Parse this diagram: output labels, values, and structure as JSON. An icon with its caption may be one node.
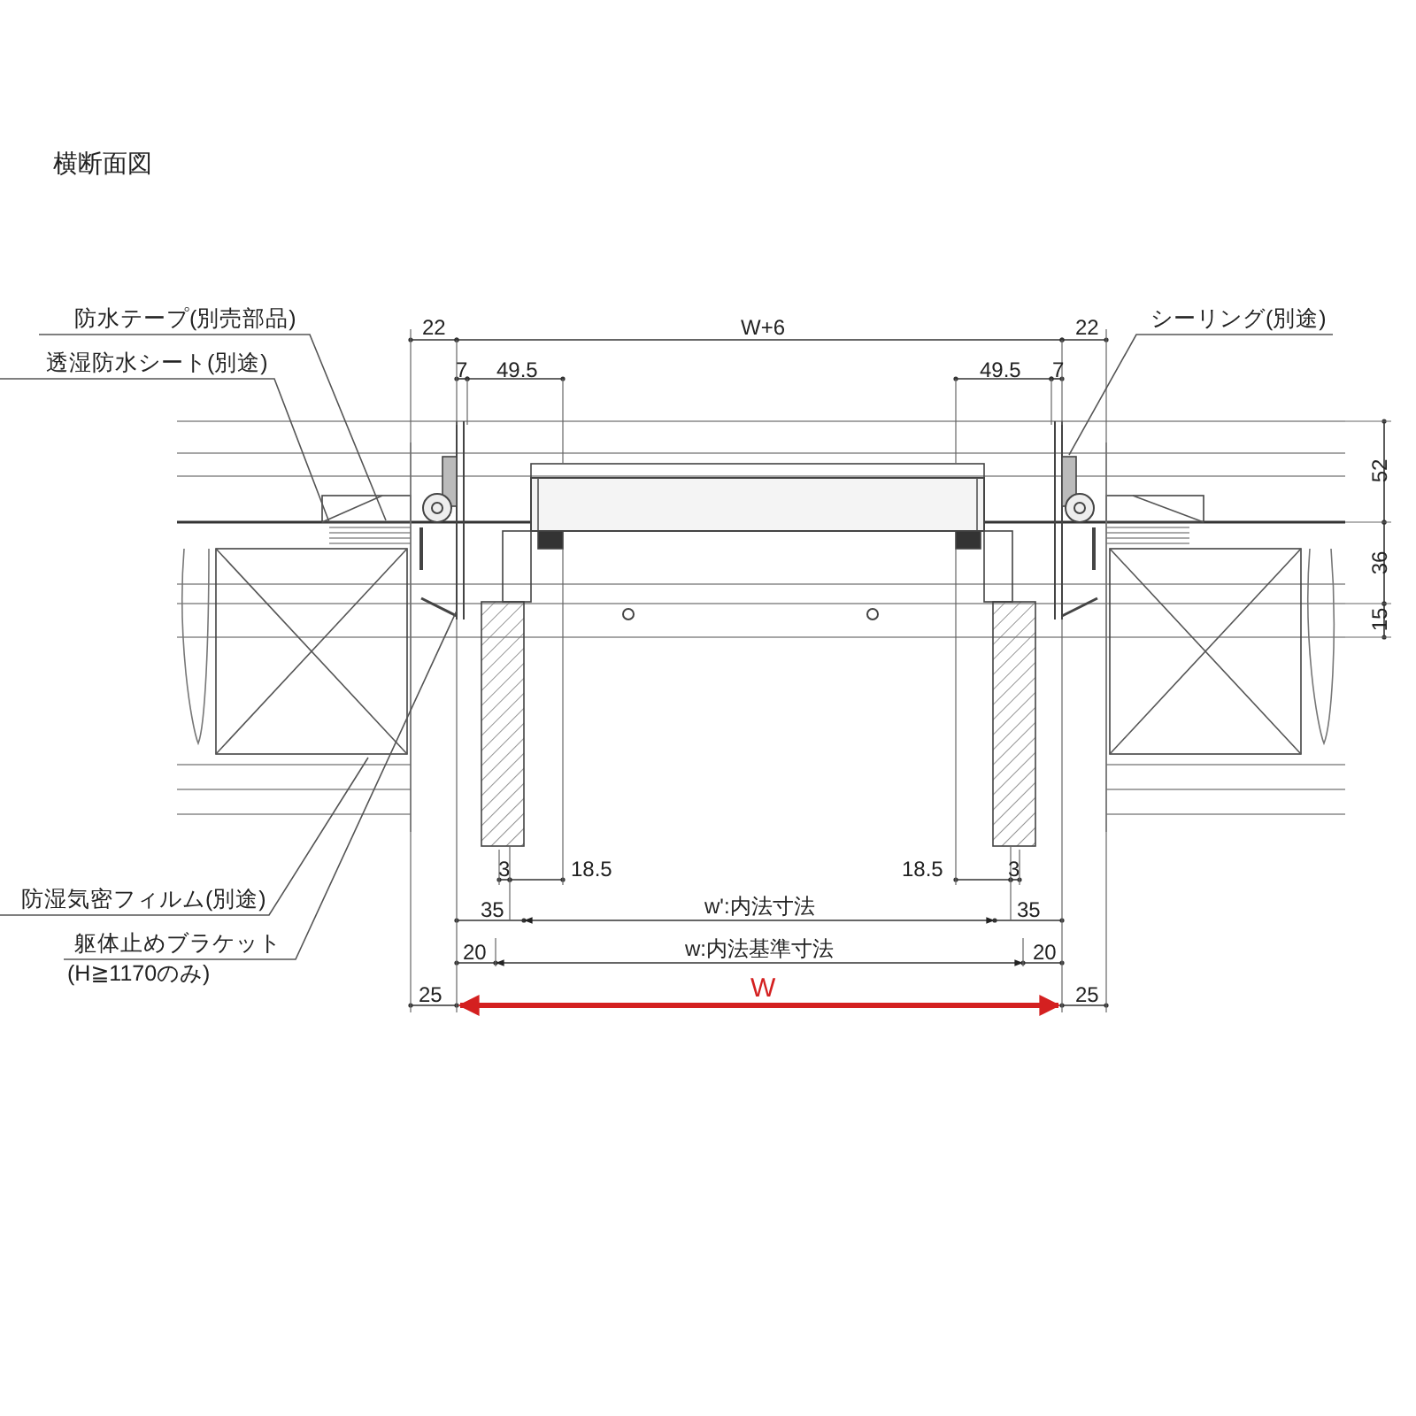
{
  "diagram": {
    "title": "横断面図",
    "nodes": [
      {
        "text": [
          "防水テープ(別売部品)"
        ]
      },
      {
        "text": [
          "透湿防水シート(別途)"
        ]
      },
      {
        "text": [
          "シーリング(別途)"
        ]
      },
      {
        "text": [
          "防湿気密フィルム(別途)"
        ]
      },
      {
        "text": [
          "躯体止めブラケット",
          "(H≧1170のみ)"
        ]
      }
    ],
    "edges": [
      {
        "from": 0,
        "to": null,
        "arrow": "none"
      },
      {
        "from": 1,
        "to": null,
        "arrow": "none"
      },
      {
        "from": 2,
        "to": null,
        "arrow": "none"
      },
      {
        "from": 3,
        "to": null,
        "arrow": "none"
      },
      {
        "from": 4,
        "to": null,
        "arrow": "none"
      }
    ],
    "labels": [
      "22",
      "W+6",
      "22",
      "7",
      "49.5",
      "49.5",
      "7",
      "52",
      "36",
      "15",
      "3",
      "18.5",
      "18.5",
      "3",
      "35",
      "w':内法寸法",
      "35",
      "20",
      "w:内法基準寸法",
      "20",
      "25",
      "W",
      "25"
    ]
  }
}
